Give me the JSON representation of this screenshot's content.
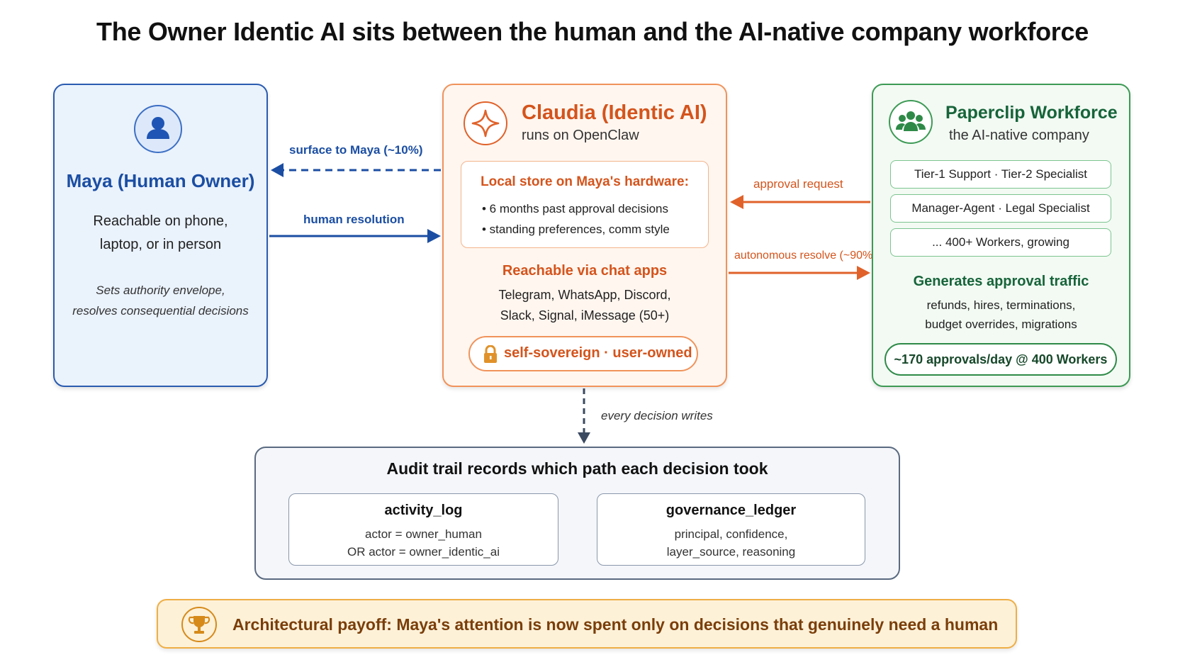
{
  "title": "The Owner Identic AI sits between the human and the AI-native company workforce",
  "colors": {
    "human_blue": "#1b4ea3",
    "identic_orange": "#d4541c",
    "workforce_green": "#17643a",
    "payoff_gold": "#efae45"
  },
  "maya": {
    "icon": "person-icon",
    "title": "Maya (Human Owner)",
    "reach_line1": "Reachable on phone,",
    "reach_line2": "laptop, or in person",
    "role_line1": "Sets authority envelope,",
    "role_line2": "resolves consequential decisions"
  },
  "claudia": {
    "icon": "sparkle-icon",
    "title": "Claudia (Identic AI)",
    "subtitle": "runs on OpenClaw",
    "local_store": {
      "title": "Local store on Maya's hardware:",
      "items": [
        "• 6 months past approval decisions",
        "• standing preferences, comm style"
      ]
    },
    "chat_title": "Reachable via chat apps",
    "chat_line1": "Telegram, WhatsApp, Discord,",
    "chat_line2": "Slack, Signal, iMessage (50+)",
    "pill_icon": "lock-icon",
    "pill": "self-sovereign · user-owned"
  },
  "workforce": {
    "icon": "group-icon",
    "title": "Paperclip Workforce",
    "subtitle": "the AI-native company",
    "rows": [
      "Tier-1 Support · Tier-2 Specialist",
      "Manager-Agent · Legal Specialist",
      "... 400+ Workers, growing"
    ],
    "traffic_title": "Generates approval traffic",
    "traffic_line1": "refunds, hires, terminations,",
    "traffic_line2": "budget overrides, migrations",
    "approvals": "~170 approvals/day @ 400 Workers"
  },
  "arrows": {
    "surface": "surface to Maya (~10%)",
    "human_resolution": "human resolution",
    "approval_request": "approval request",
    "autonomous": "autonomous resolve (~90%)",
    "every_decision": "every decision writes"
  },
  "audit": {
    "title": "Audit trail records which path each decision took",
    "activity": {
      "title": "activity_log",
      "line1": "actor = owner_human",
      "line2": "OR actor = owner_identic_ai"
    },
    "governance": {
      "title": "governance_ledger",
      "line1": "principal, confidence,",
      "line2": "layer_source, reasoning"
    }
  },
  "payoff": {
    "icon": "trophy-icon",
    "text": "Architectural payoff: Maya's attention is now spent only on decisions that genuinely need a human"
  }
}
